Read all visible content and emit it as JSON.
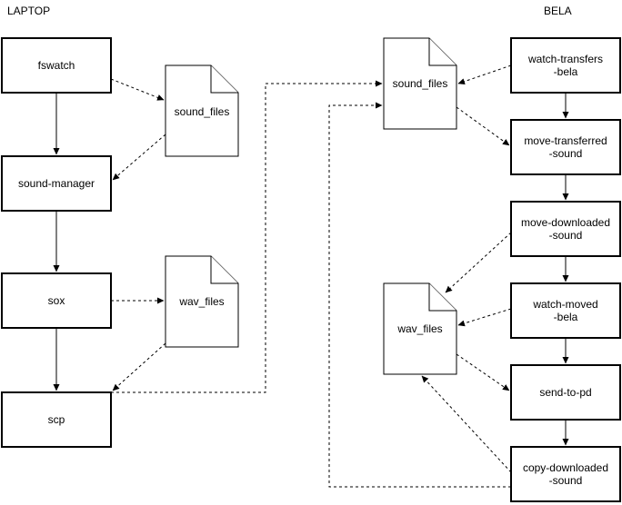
{
  "headers": {
    "laptop": "LAPTOP",
    "bela": "BELA"
  },
  "laptop": {
    "fswatch": "fswatch",
    "sound_manager": "sound-manager",
    "sox": "sox",
    "scp": "scp",
    "sound_files": "sound_files",
    "wav_files": "wav_files"
  },
  "bela": {
    "watch_transfers": [
      "watch-transfers",
      "-bela"
    ],
    "move_transferred": [
      "move-transferred",
      "-sound"
    ],
    "move_downloaded": [
      "move-downloaded",
      "-sound"
    ],
    "watch_moved": [
      "watch-moved",
      "-bela"
    ],
    "send_to_pd": "send-to-pd",
    "copy_downloaded": [
      "copy-downloaded",
      "-sound"
    ],
    "sound_files": "sound_files",
    "wav_files": "wav_files"
  },
  "colors": {
    "stroke": "#000000",
    "fill": "#ffffff"
  }
}
